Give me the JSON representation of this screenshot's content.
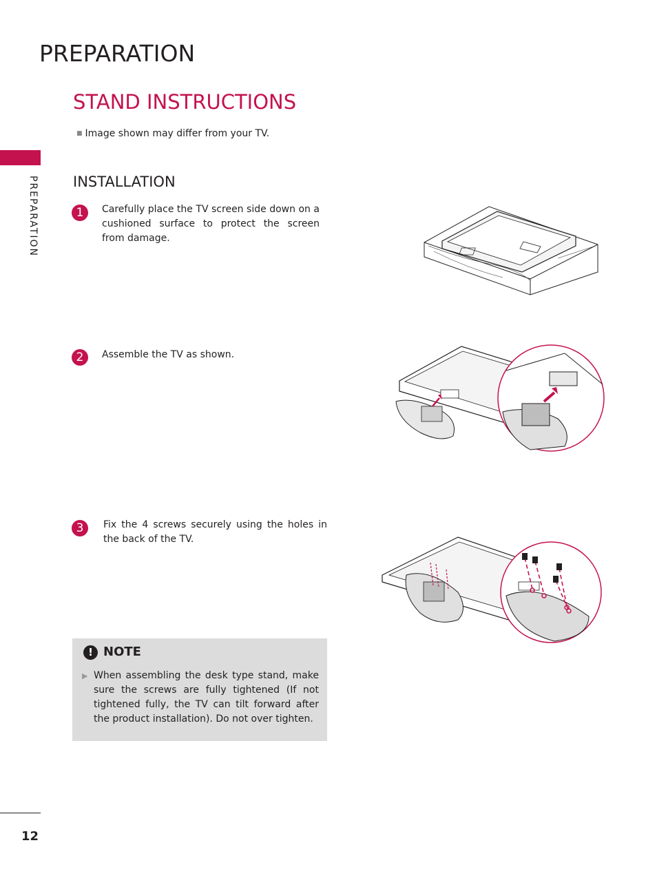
{
  "header": {
    "title": "PREPARATION"
  },
  "section": {
    "title": "STAND INSTRUCTIONS",
    "disclaimer": "Image shown may differ from your TV.",
    "side_label": "PREPARATION",
    "subtitle": "INSTALLATION"
  },
  "steps": [
    {
      "number": "1",
      "text": "Carefully place the TV screen side down on a cushioned surface to protect the screen from damage."
    },
    {
      "number": "2",
      "text": "Assemble the TV as shown."
    },
    {
      "number": "3",
      "text": "Fix the 4 screws securely using the holes in the back of the TV."
    }
  ],
  "note": {
    "icon": "!",
    "title": "NOTE",
    "text": "When assembling the desk type stand, make sure the screws are fully tightened (If not tightened fully, the TV can tilt forward after the product installation). Do not  over tighten."
  },
  "footer": {
    "page_number": "12"
  },
  "colors": {
    "accent": "#c4124e",
    "note_bg": "#dcdcdc",
    "text": "#231f20"
  }
}
